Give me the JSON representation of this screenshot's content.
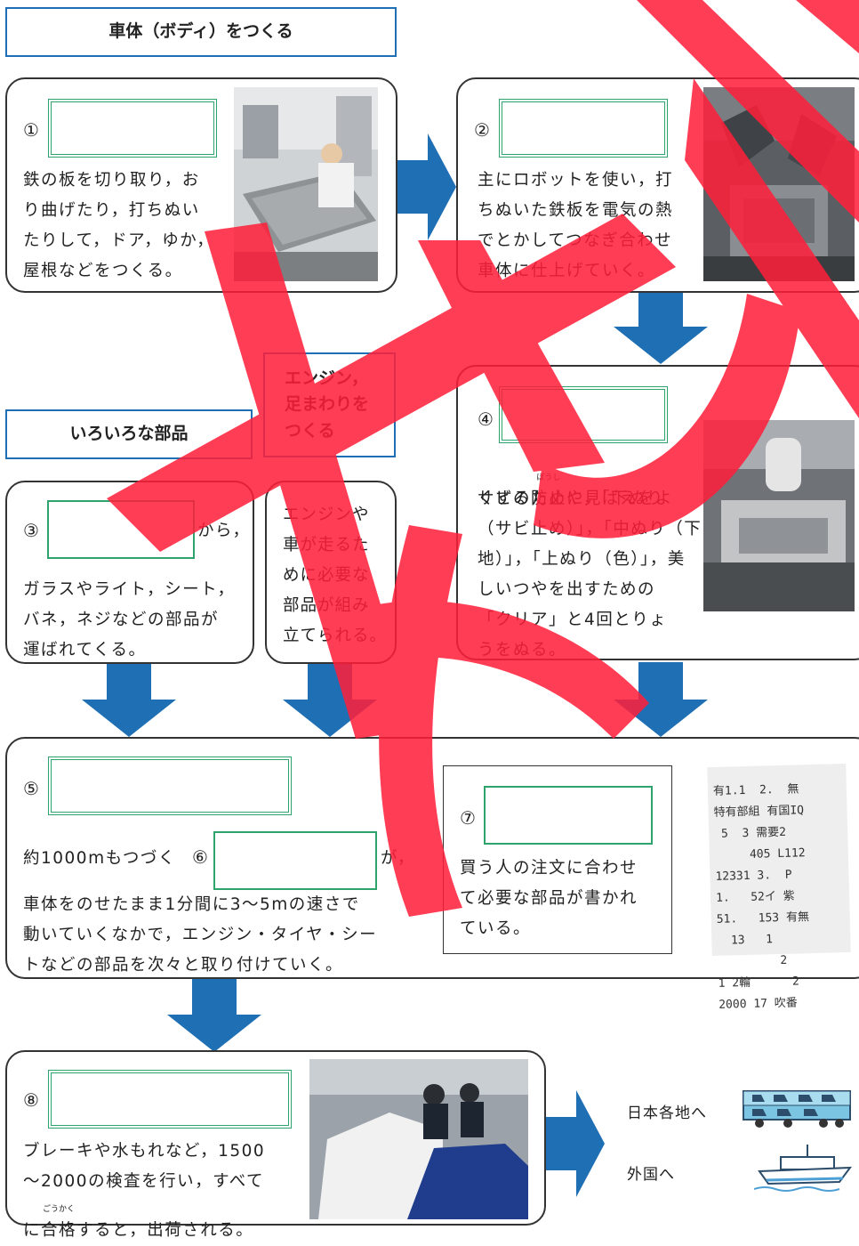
{
  "header_body": "車体（ボディ）をつくる",
  "header_parts": "いろいろな部品",
  "header_engine": "エンジン，\n足まわりを\nつくる",
  "step1": {
    "num": "①",
    "text": "鉄の板を切り取り，お\nり曲げたり，打ちぬい\nたりして，ドア，ゆか，\n屋根などをつくる。"
  },
  "step2": {
    "num": "②",
    "text": "主にロボットを使い，打\nちぬいた鉄板を電気の熱\nでとかしてつなぎ合わせ\n車体に仕上げていく。"
  },
  "step3": {
    "num": "③",
    "suffix": "から，",
    "text": "ガラスやライト，シート，\nバネ，ネジなどの部品が\n運ばれてくる。"
  },
  "engine_text": "エンジンや\n車が走るた\nめに必要な\n部品が組み\n立てられる。",
  "step4": {
    "num": "④",
    "line1_pre": "サビの",
    "line1_ruby_base": "防止",
    "line1_ruby": "ぼうし",
    "line1_post": "や見ばえをよ",
    "text": "くするために，「下ぬり\n（サビ止め）」，「中ぬり（下\n地）」，「上ぬり（色）」，美\nしいつやを出すための\n「クリア」と4回とりょ\nうをぬる。"
  },
  "step5": {
    "num": "⑤",
    "line_pre": "約1000mもつづく",
    "num6": "⑥",
    "line_post": "が，",
    "text": "車体をのせたまま1分間に3〜5mの速さで\n動いていくなかで，エンジン・タイヤ・シー\nトなどの部品を次々と取り付けていく。"
  },
  "step7": {
    "num": "⑦",
    "text": "買う人の注文に合わせ\nて必要な部品が書かれ\nている。"
  },
  "step8": {
    "num": "⑧",
    "text1": "ブレーキや水もれなど，1500\n〜2000の検査を行い，すべて",
    "line3_pre": "に",
    "line3_ruby_base": "合格",
    "line3_ruby": "ごうかく",
    "line3_post": "すると，出荷される。"
  },
  "dest_domestic": "日本各地へ",
  "dest_overseas": "外国へ",
  "sheet_rows": [
    "有1.1  2.  無",
    "特有部組 有国IQ",
    " 5  3 需要2",
    "     405 L112",
    "12331 3.  P",
    "1.   52イ 紫",
    "51.   153 有無",
    "  13   1",
    "         2",
    "1 2輪      2",
    "2000 17 吹番"
  ],
  "colors": {
    "blue": "#1f6fb5",
    "green": "#2ea36b",
    "watermark": "#ff1f3a"
  }
}
